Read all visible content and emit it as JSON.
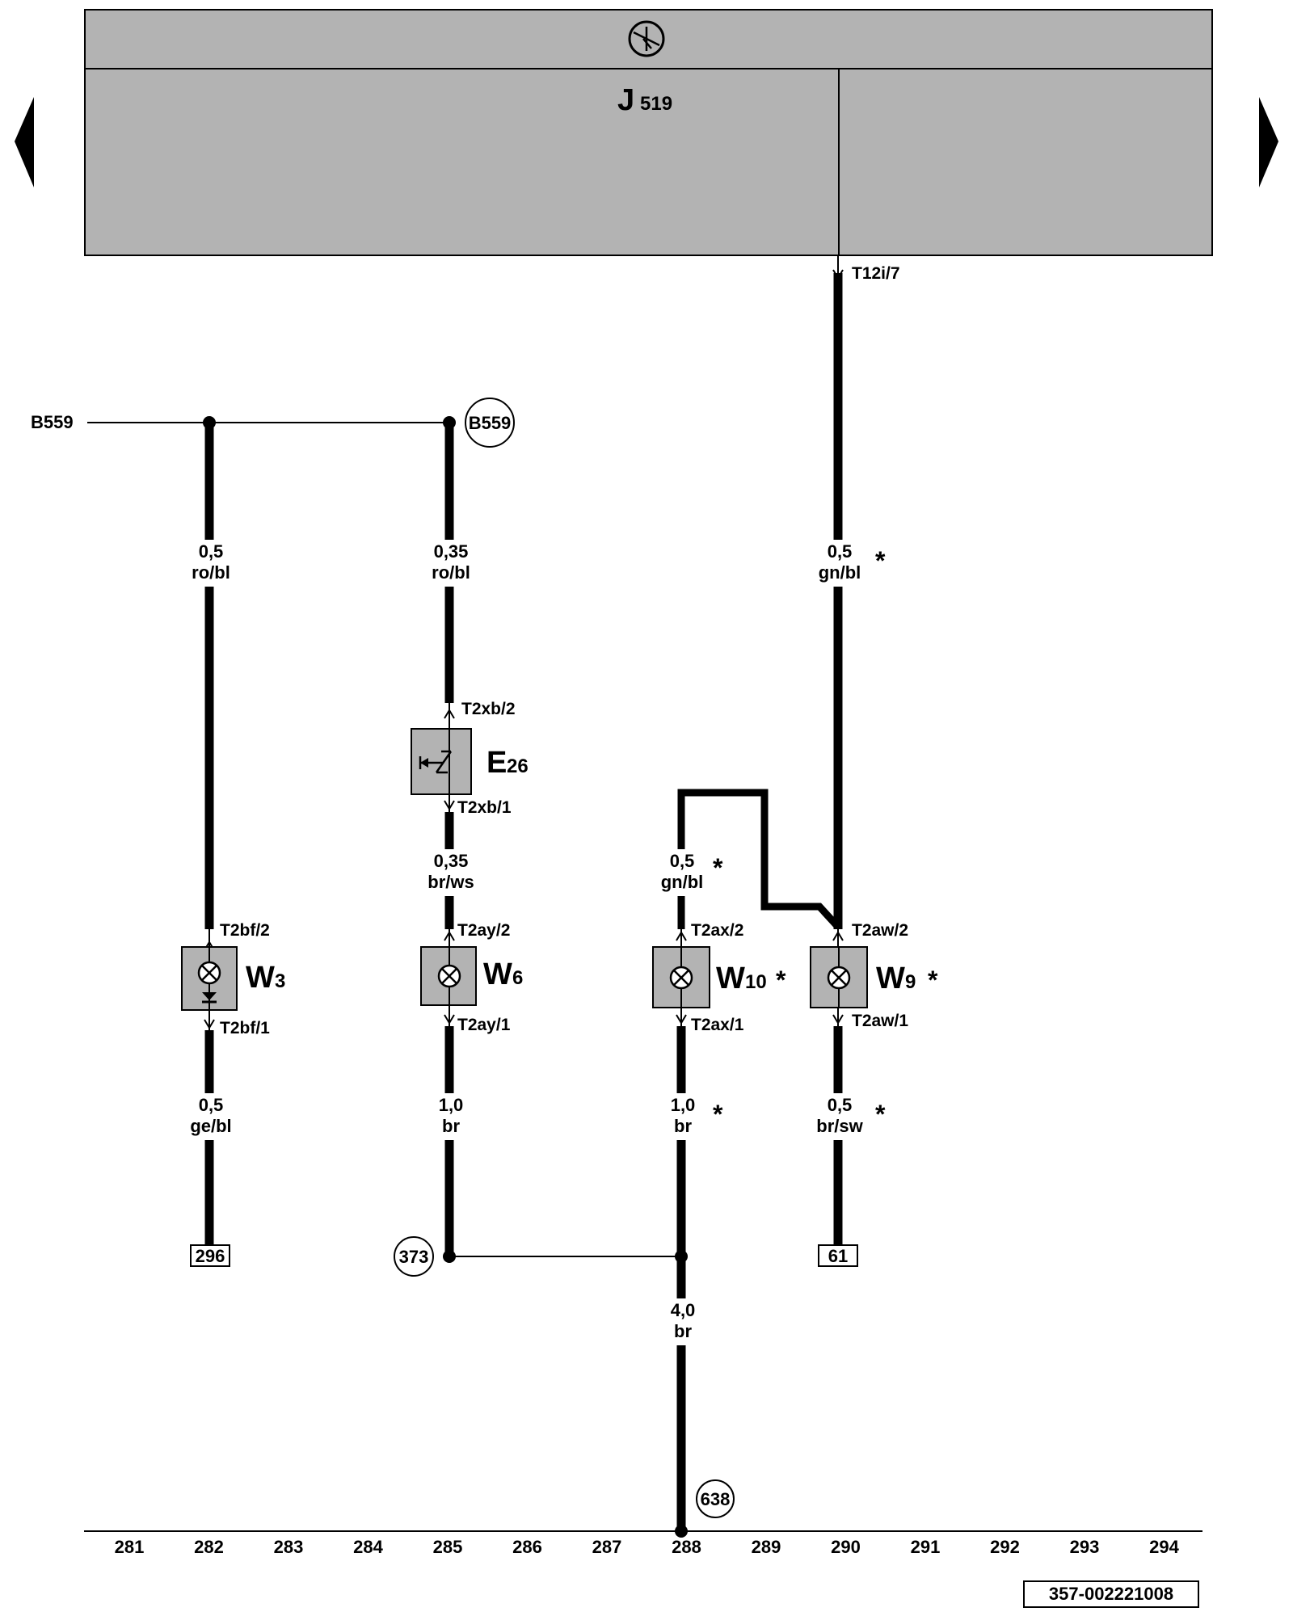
{
  "control_unit": {
    "name": "J",
    "sub": "519",
    "icon": "ground-symbol-icon"
  },
  "navigation": {
    "prev": "prev-page-arrow",
    "next": "next-page-arrow"
  },
  "feed": {
    "label": "B559",
    "connector_label": "B559"
  },
  "components": {
    "w3": {
      "name": "W",
      "sub": "3",
      "pin_top": "T2bf/2",
      "pin_bottom": "T2bf/1"
    },
    "e26": {
      "name": "E",
      "sub": "26",
      "pin_top": "T2xb/2",
      "pin_bottom": "T2xb/1"
    },
    "w6": {
      "name": "W",
      "sub": "6",
      "pin_top": "T2ay/2",
      "pin_bottom": "T2ay/1"
    },
    "w10": {
      "name": "W",
      "sub": "10",
      "pin_top": "T2ax/2",
      "pin_bottom": "T2ax/1",
      "star": "*"
    },
    "w9": {
      "name": "W",
      "sub": "9",
      "pin_top": "T2aw/2",
      "pin_bottom": "T2aw/1",
      "star": "*"
    }
  },
  "j519_pin": "T12i/7",
  "wires": {
    "w1": {
      "size": "0,5",
      "color": "ro/bl"
    },
    "w2": {
      "size": "0,35",
      "color": "ro/bl"
    },
    "w3": {
      "size": "0,5",
      "color": "gn/bl",
      "star": "*"
    },
    "w4": {
      "size": "0,35",
      "color": "br/ws"
    },
    "w5": {
      "size": "0,5",
      "color": "gn/bl",
      "star": "*"
    },
    "w6": {
      "size": "0,5",
      "color": "ge/bl"
    },
    "w7": {
      "size": "1,0",
      "color": "br"
    },
    "w8": {
      "size": "1,0",
      "color": "br",
      "star": "*"
    },
    "w9": {
      "size": "0,5",
      "color": "br/sw",
      "star": "*"
    },
    "w10": {
      "size": "4,0",
      "color": "br"
    }
  },
  "refs": {
    "r296": "296",
    "r61": "61",
    "r373": "373",
    "r638": "638"
  },
  "axis": [
    "281",
    "282",
    "283",
    "284",
    "285",
    "286",
    "287",
    "288",
    "289",
    "290",
    "291",
    "292",
    "293",
    "294"
  ],
  "doc_id": "357-002221008",
  "colors": {
    "box_fill": "#b3b3b3",
    "line": "#000000"
  }
}
